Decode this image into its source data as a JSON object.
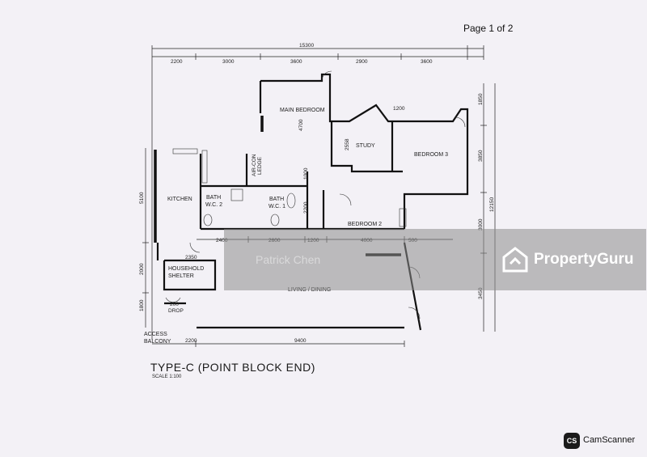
{
  "page_number": "Page 1 of 2",
  "dimensions": {
    "overall_width": "15300",
    "top": [
      "2200",
      "3000",
      "3600",
      "2900",
      "3600"
    ],
    "bottom": [
      "2200",
      "9400"
    ],
    "interior": [
      "2400",
      "2600",
      "1200",
      "4000",
      "500",
      "2350"
    ],
    "left": [
      "5100",
      "2000",
      "1800"
    ],
    "right": [
      "1850",
      "3850",
      "3000",
      "3450"
    ],
    "right_total": "12150",
    "vertical_inner": [
      "4700",
      "1000",
      "2200",
      "2558"
    ],
    "angled": "1200"
  },
  "rooms": {
    "main_bedroom": "MAIN BEDROOM",
    "study": "STUDY",
    "bedroom_3": "BEDROOM 3",
    "bedroom_2": "BEDROOM 2",
    "kitchen": "KITCHEN",
    "bath_wc_2_line1": "BATH",
    "bath_wc_2_line2": "W.C. 2",
    "bath_wc_1_line1": "BATH",
    "bath_wc_1_line2": "W.C. 1",
    "household_shelter_line1": "HOUSEHOLD",
    "household_shelter_line2": "SHELTER",
    "living_dining": "LIVING / DINING",
    "access_balcony_line1": "ACCESS",
    "access_balcony_line2": "BALCONY",
    "refuse_chute_line1": "200",
    "refuse_chute_line2": "DROP",
    "aircon_ledge_line1": "AIR-CON",
    "aircon_ledge_line2": "LEDGE"
  },
  "title": "TYPE-C (POINT BLOCK END)",
  "scale": "SCALE   1:100",
  "watermark": {
    "author": "Patrick Chen",
    "brand": "PropertyGuru"
  },
  "scanner": {
    "badge": "CS",
    "label": "CamScanner"
  }
}
